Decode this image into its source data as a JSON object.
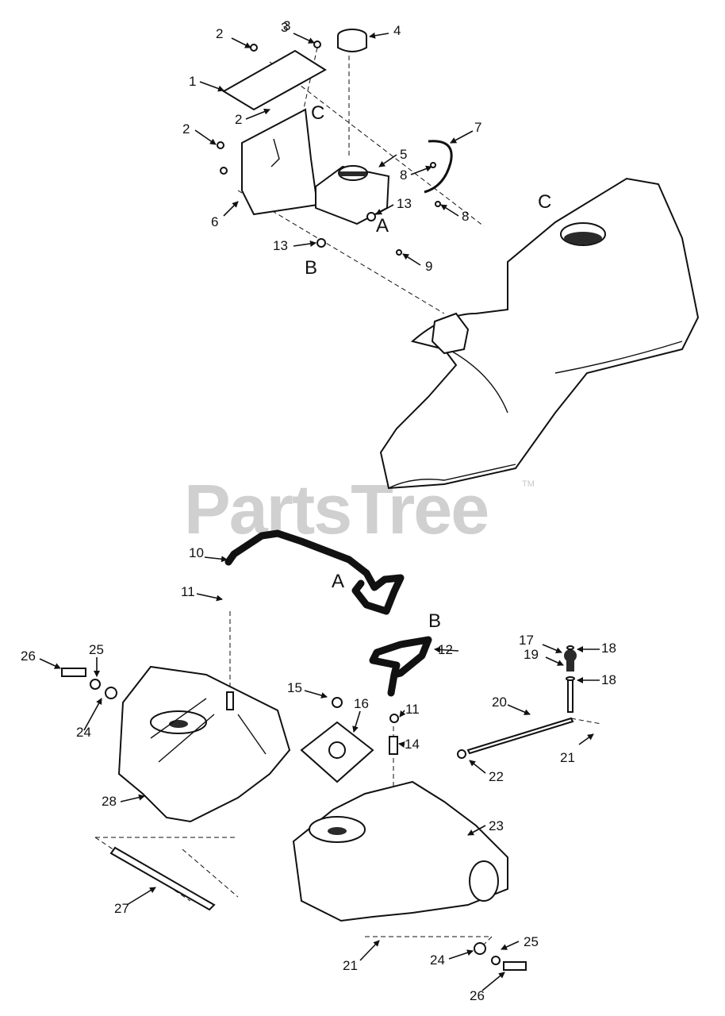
{
  "watermark": {
    "text": "PartsTree",
    "trademark": "TM"
  },
  "letters": {
    "c_top": "C",
    "a_top": "A",
    "b_top": "B",
    "c_tank": "C",
    "a_hose": "A",
    "b_hose": "B"
  },
  "callouts": [
    "2",
    "3",
    "4",
    "1",
    "2",
    "2",
    "3",
    "5",
    "7",
    "8",
    "6",
    "13",
    "8",
    "13",
    "9",
    "10",
    "11",
    "12",
    "17",
    "18",
    "19",
    "18",
    "26",
    "25",
    "15",
    "16",
    "11",
    "14",
    "20",
    "24",
    "22",
    "21",
    "28",
    "23",
    "27",
    "21",
    "25",
    "24",
    "26"
  ]
}
